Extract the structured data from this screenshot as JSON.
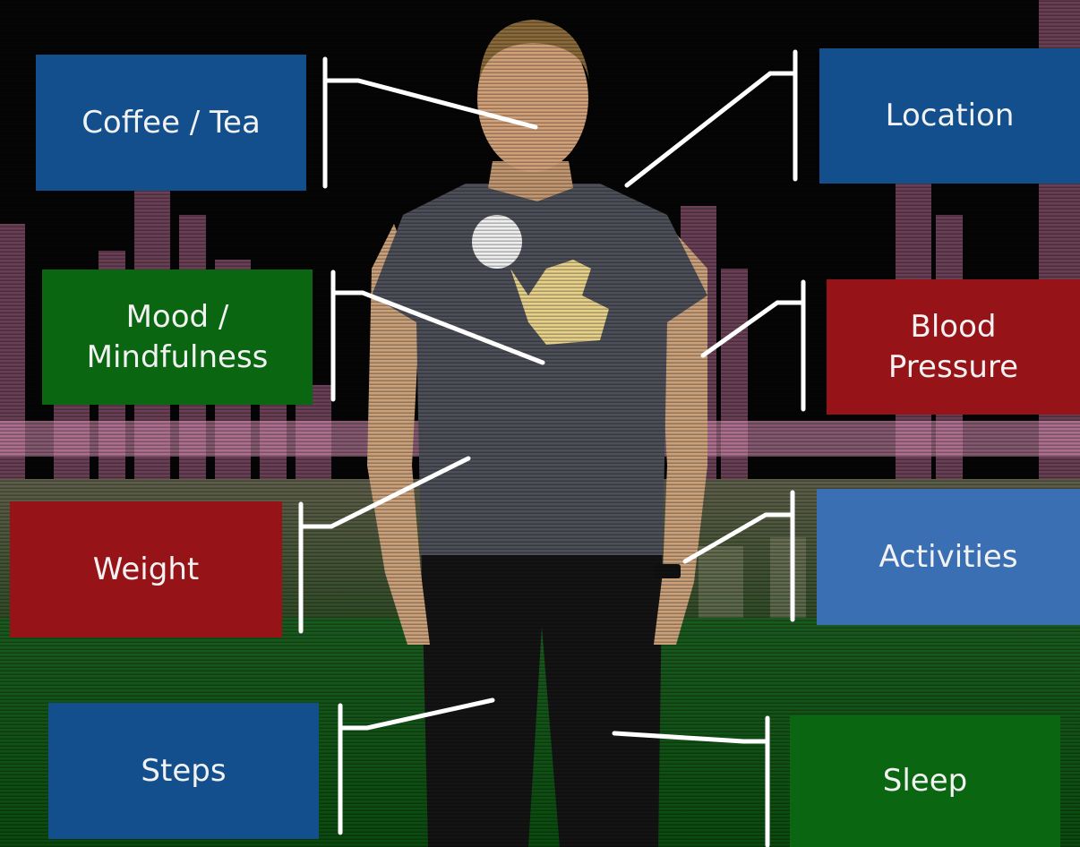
{
  "labels": {
    "coffee_tea": "Coffee / Tea",
    "location": "Location",
    "mood": "Mood /\nMindfulness",
    "blood_pressure": "Blood\nPressure",
    "weight": "Weight",
    "activities": "Activities",
    "steps": "Steps",
    "sleep": "Sleep"
  },
  "colors": {
    "blue": "#124f8c",
    "green": "#0b6612",
    "red": "#961318",
    "light_blue": "#3b6fb3",
    "connector": "#ffffff"
  },
  "image": {
    "subject": "man-standing",
    "shirt_graphic": "woodstock-bird-graphic"
  }
}
